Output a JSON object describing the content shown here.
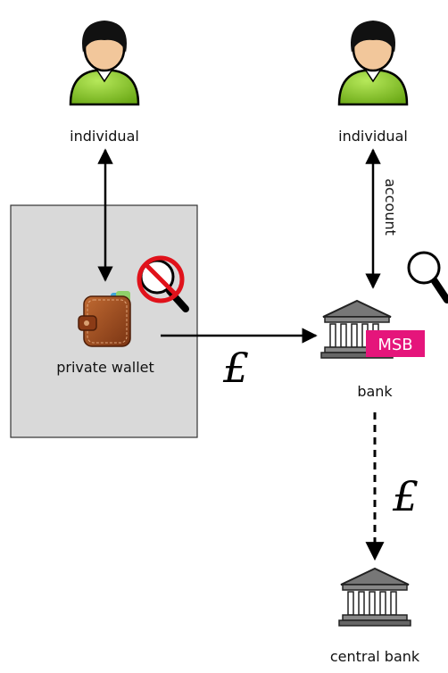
{
  "nodes": {
    "individual_left": "individual",
    "individual_right": "individual",
    "wallet": "private wallet",
    "bank": "bank",
    "central_bank": "central bank"
  },
  "badge": {
    "msb": "MSB",
    "color": "#e5157b"
  },
  "edges": {
    "account": "account",
    "pound_transfer": "£",
    "pound_settlement": "£"
  },
  "icons": {
    "user": "user-icon",
    "wallet": "wallet-icon",
    "bank": "bank-building-icon",
    "inspect": "magnifier-icon",
    "no_inspect": "no-magnifier-icon"
  },
  "colors": {
    "panel": "#d9d9d9",
    "shirt": "#8ccd2a",
    "skin": "#f2c79b",
    "wallet": "#9a4a22",
    "bank": "#555555",
    "prohibit": "#e0121b"
  }
}
